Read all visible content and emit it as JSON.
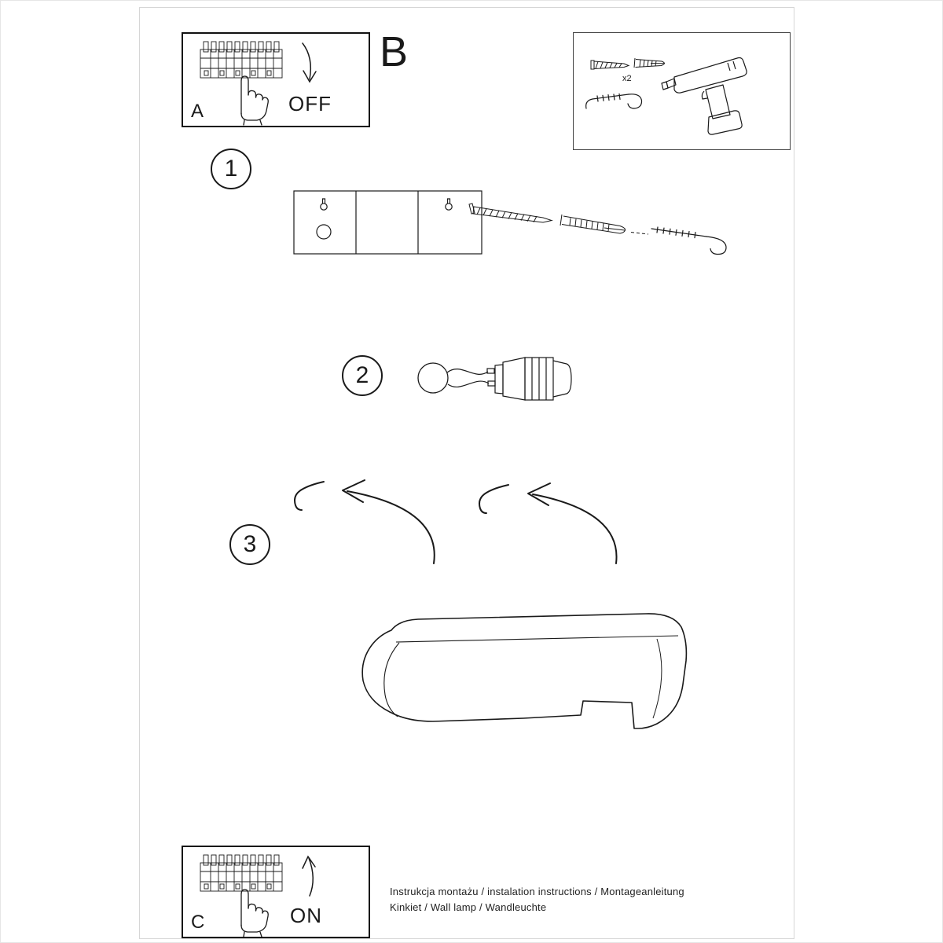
{
  "document": {
    "type": "wall lamp installation instruction sheet",
    "language_note": "Polish / English / German"
  },
  "breaker_off_panel": {
    "label": "A",
    "state_text": "OFF"
  },
  "section_b_label": "B",
  "parts_box": {
    "screws_count_label": "x2"
  },
  "step_1": {
    "number": "1"
  },
  "step_2": {
    "number": "2"
  },
  "step_3": {
    "number": "3"
  },
  "breaker_on_panel": {
    "label": "C",
    "state_text": "ON"
  },
  "footer": {
    "line1": "Instrukcja montażu / instalation instructions / Montageanleitung",
    "line2": "Kinkiet / Wall lamp / Wandleuchte"
  },
  "icons": [
    "breaker-panel-icon",
    "hand-icon",
    "arrow-off-icon",
    "arrow-on-icon",
    "screw-icon",
    "wall-plug-icon",
    "hook-icon",
    "drill-icon",
    "mounting-template-icon",
    "wire-loop-icon",
    "lamp-socket-icon",
    "curved-arrow-icon",
    "wall-lamp-body-illustration"
  ],
  "colors": {
    "ink": "#1a1a1a",
    "background": "#ffffff",
    "page_border": "#d6d6d6"
  }
}
